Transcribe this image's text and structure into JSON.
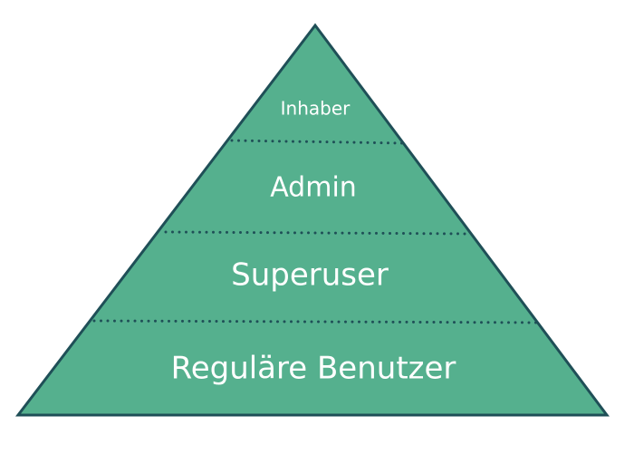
{
  "diagram": {
    "fill_color": "#55b08e",
    "outline_color": "#1f4f57",
    "divider_color": "#1f4f57",
    "label_color": "#ffffff",
    "tiers": [
      {
        "label": "Inhaber"
      },
      {
        "label": "Admin"
      },
      {
        "label": "Superuser"
      },
      {
        "label": "Reguläre Benutzer"
      }
    ]
  }
}
